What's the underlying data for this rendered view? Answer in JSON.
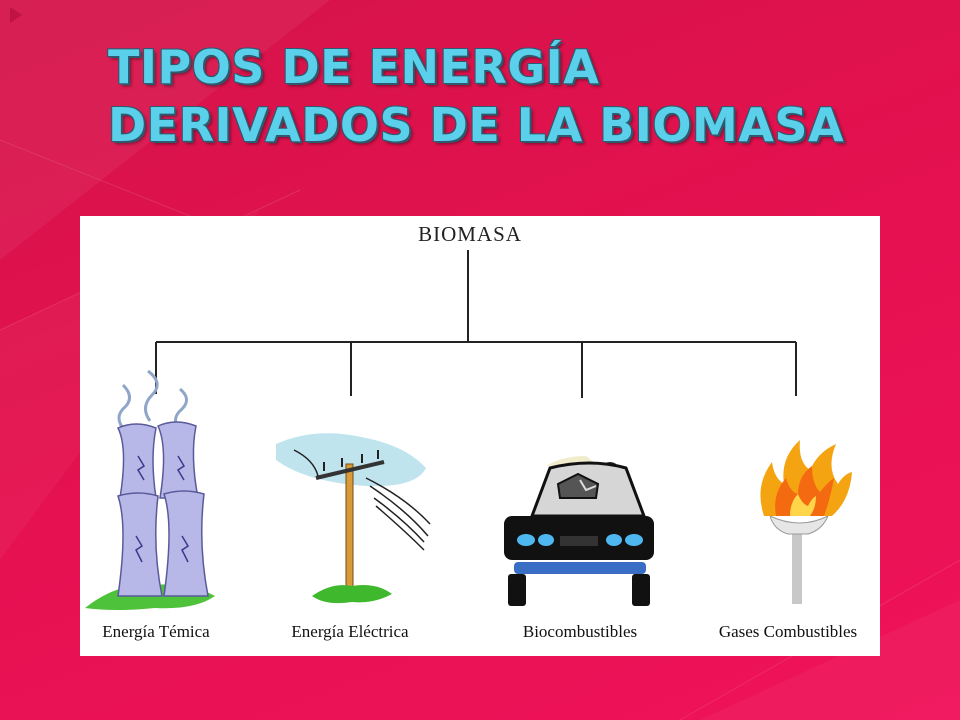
{
  "slide": {
    "title_line1": "TIPOS DE ENERGÍA",
    "title_line2": "DERIVADOS DE LA BIOMASA"
  },
  "diagram": {
    "root": "BIOMASA",
    "branches": [
      {
        "label": "Energía Témica",
        "icon": "power-plant-icon"
      },
      {
        "label": "Energía Eléctrica",
        "icon": "utility-pole-icon"
      },
      {
        "label": "Biocombustibles",
        "icon": "car-icon"
      },
      {
        "label": "Gases Combustibles",
        "icon": "flame-torch-icon"
      }
    ]
  },
  "colors": {
    "background": "#e4114f",
    "title": "#5ad0ea",
    "panel": "#ffffff"
  }
}
